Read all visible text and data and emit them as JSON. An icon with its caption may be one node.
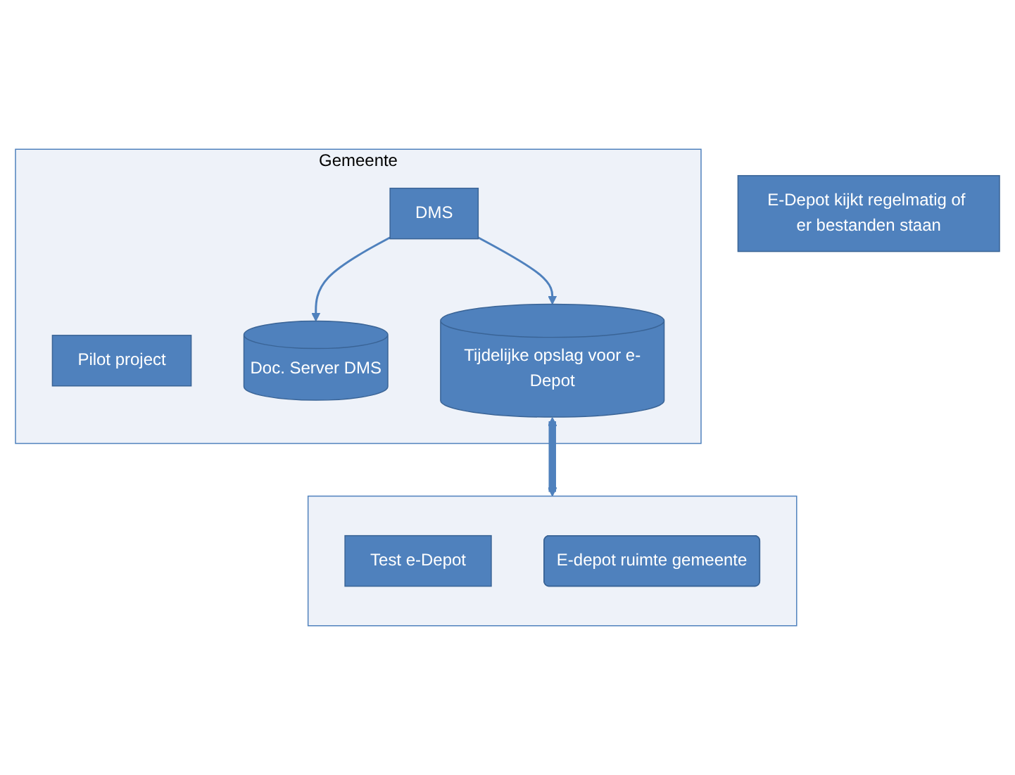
{
  "diagram": {
    "nodes": [
      {
        "text": [
          "Gemeente"
        ]
      },
      {
        "text": [
          "DMS"
        ],
        "in": 0
      },
      {
        "text": [
          "Pilot project"
        ],
        "in": 0
      },
      {
        "text": [
          "Doc. Server DMS"
        ],
        "in": 0
      },
      {
        "text": [
          "Tijdelijke opslag voor e-Depot"
        ],
        "in": 0
      },
      {
        "text": [
          "E-Depot kijkt regelmatig of er bestanden staan"
        ]
      },
      {
        "text": [],
        "shape": "box"
      },
      {
        "text": [
          "Test e-Depot"
        ],
        "in": 6
      },
      {
        "text": [
          "E-depot ruimte gemeente"
        ],
        "in": 6
      }
    ],
    "edges": [
      {
        "from": 1,
        "to": 3,
        "arrow": "to"
      },
      {
        "from": 1,
        "to": 4,
        "arrow": "to"
      },
      {
        "from": 4,
        "to": 6,
        "arrow": "both",
        "style": "thick"
      }
    ]
  }
}
